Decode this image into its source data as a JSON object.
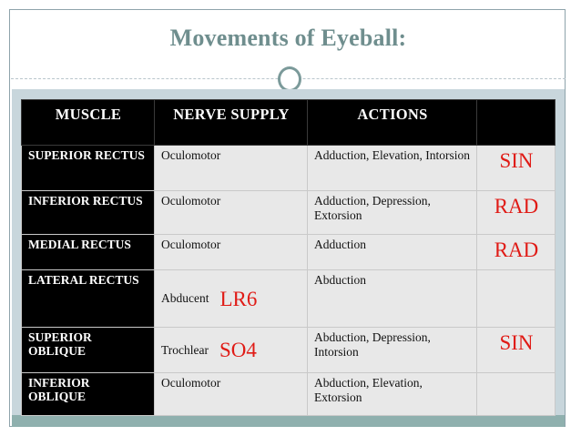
{
  "slide": {
    "title": "Movements of Eyeball:",
    "title_color": "#6f8e8e",
    "accent_band_color": "#8fb0ae",
    "backing_color": "#c8d6dc",
    "mnemonic_color": "#e01b16"
  },
  "table": {
    "headers": [
      "MUSCLE",
      "NERVE SUPPLY",
      "ACTIONS",
      ""
    ],
    "rows": [
      {
        "muscle": "SUPERIOR RECTUS",
        "nerve": "Oculomotor",
        "nerve_mnemonic": "",
        "actions": "Adduction, Elevation, Intorsion",
        "mnemonic": "SIN"
      },
      {
        "muscle": "INFERIOR RECTUS",
        "nerve": "Oculomotor",
        "nerve_mnemonic": "",
        "actions": "Adduction, Depression, Extorsion",
        "mnemonic": "RAD"
      },
      {
        "muscle": "MEDIAL RECTUS",
        "nerve": "Oculomotor",
        "nerve_mnemonic": "",
        "actions": "Adduction",
        "mnemonic": "RAD"
      },
      {
        "muscle": "LATERAL RECTUS",
        "nerve": "Abducent",
        "nerve_mnemonic": "LR6",
        "actions": "Abduction",
        "mnemonic": ""
      },
      {
        "muscle": "SUPERIOR OBLIQUE",
        "nerve": "Trochlear",
        "nerve_mnemonic": "SO4",
        "actions": "Abduction, Depression, Intorsion",
        "mnemonic": "SIN"
      },
      {
        "muscle": "INFERIOR OBLIQUE",
        "nerve": "Oculomotor",
        "nerve_mnemonic": "",
        "actions": "Abduction, Elevation, Extorsion",
        "mnemonic": ""
      }
    ]
  }
}
